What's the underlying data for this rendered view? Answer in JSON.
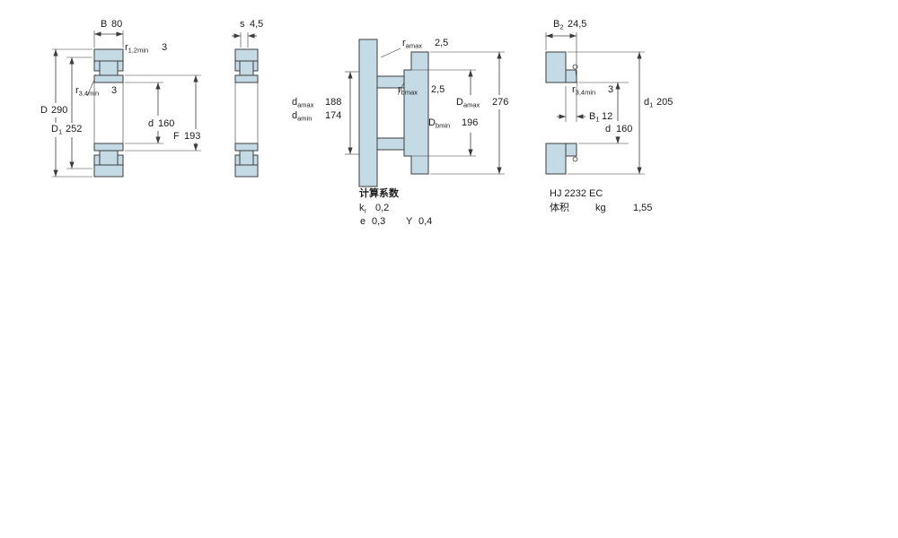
{
  "colors": {
    "bearing_fill": "#c4dbe6",
    "line": "#3c3c3c"
  },
  "view_bearing": {
    "dims": {
      "B": {
        "sym": "B",
        "value": "80"
      },
      "r12": {
        "sym": "r",
        "sub": "1,2min",
        "value": "3"
      },
      "D": {
        "sym": "D",
        "value": "290"
      },
      "D1": {
        "sym": "D",
        "sub": "1",
        "value": "252"
      },
      "r34": {
        "sym": "r",
        "sub": "3,4min",
        "value": "3"
      },
      "d": {
        "sym": "d",
        "value": "160"
      },
      "F": {
        "sym": "F",
        "value": "193"
      }
    }
  },
  "view_profile": {
    "dims": {
      "s": {
        "sym": "s",
        "value": "4,5"
      }
    }
  },
  "view_abutment": {
    "dims": {
      "ra": {
        "sym": "r",
        "sub": "amax",
        "value": "2,5"
      },
      "rb": {
        "sym": "r",
        "sub": "bmax",
        "value": "2,5"
      },
      "da_max": {
        "sym": "d",
        "sub": "amax",
        "value": "188"
      },
      "da_min": {
        "sym": "d",
        "sub": "amin",
        "value": "174"
      },
      "Da_max": {
        "sym": "D",
        "sub": "amax",
        "value": "276"
      },
      "Db_min": {
        "sym": "D",
        "sub": "bmin",
        "value": "196"
      }
    },
    "factors": {
      "title": "计算系数",
      "kr": {
        "sym": "k",
        "sub": "r",
        "value": "0,2"
      },
      "e": {
        "sym": "e",
        "value": "0,3"
      },
      "Y": {
        "sym": "Y",
        "value": "0,4"
      }
    }
  },
  "view_hj_ring": {
    "dims": {
      "B2": {
        "sym": "B",
        "sub": "2",
        "value": "24,5"
      },
      "r34": {
        "sym": "r",
        "sub": "3,4min",
        "value": "3"
      },
      "B1": {
        "sym": "B",
        "sub": "1",
        "value": "12"
      },
      "d1": {
        "sym": "d",
        "sub": "1",
        "value": "205"
      },
      "d": {
        "sym": "d",
        "value": "160"
      }
    },
    "designation": "HJ 2232 EC",
    "mass": {
      "label": "体积",
      "unit": "kg",
      "value": "1,55"
    }
  }
}
